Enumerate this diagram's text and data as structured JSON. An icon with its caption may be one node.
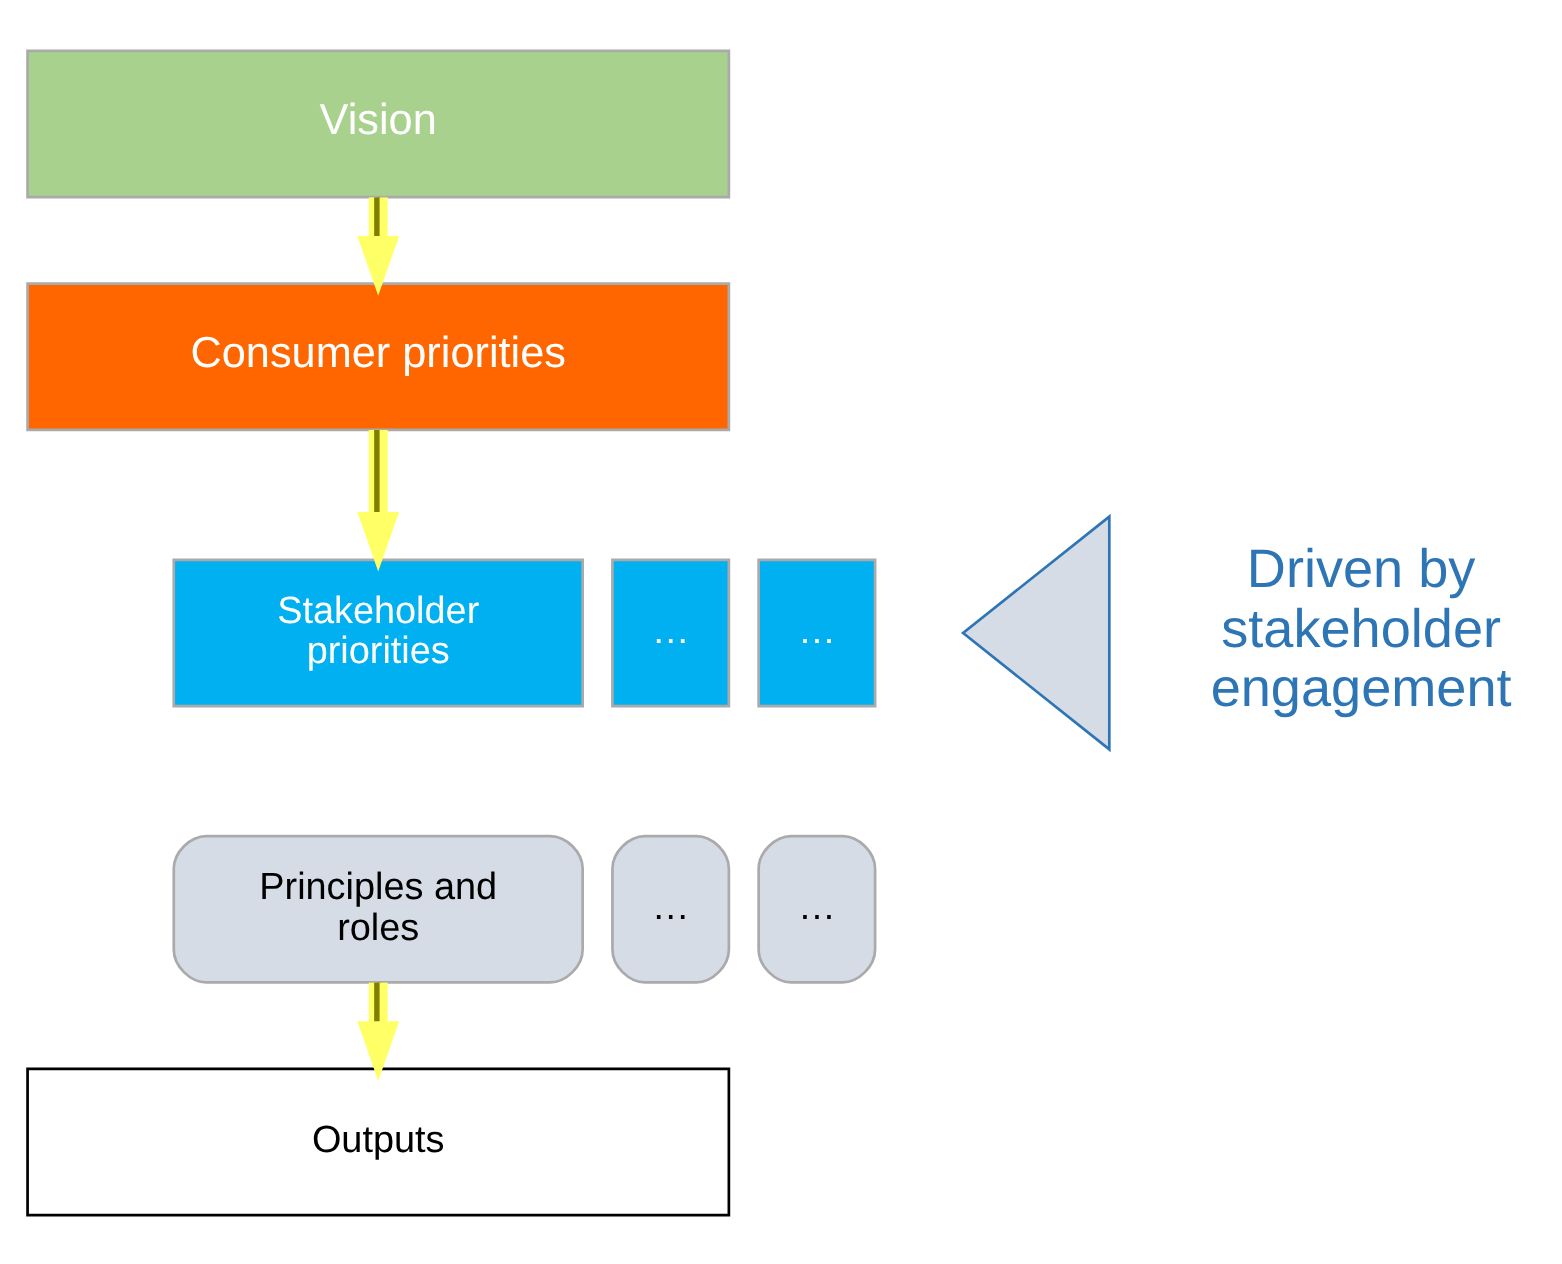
{
  "diagram": {
    "nodes": [
      {
        "text": [
          "Vision"
        ]
      },
      {
        "text": [
          "Consumer priorities"
        ]
      },
      {
        "text": [
          "Stakeholder priorities"
        ]
      },
      {
        "text": [
          "…"
        ]
      },
      {
        "text": [
          "…"
        ]
      },
      {
        "text": [
          "Principles and roles"
        ]
      },
      {
        "text": [
          "…"
        ]
      },
      {
        "text": [
          "…"
        ]
      },
      {
        "text": [
          "Outputs"
        ]
      },
      {
        "text": [],
        "shape": "triangle",
        "beside": [
          "Driven by stakeholder engagement"
        ]
      }
    ],
    "edges": [
      {
        "from": 0,
        "to": 1,
        "arrow": "to"
      },
      {
        "from": 1,
        "to": 2,
        "arrow": "to"
      },
      {
        "from": 5,
        "to": 8,
        "arrow": "to"
      }
    ]
  }
}
